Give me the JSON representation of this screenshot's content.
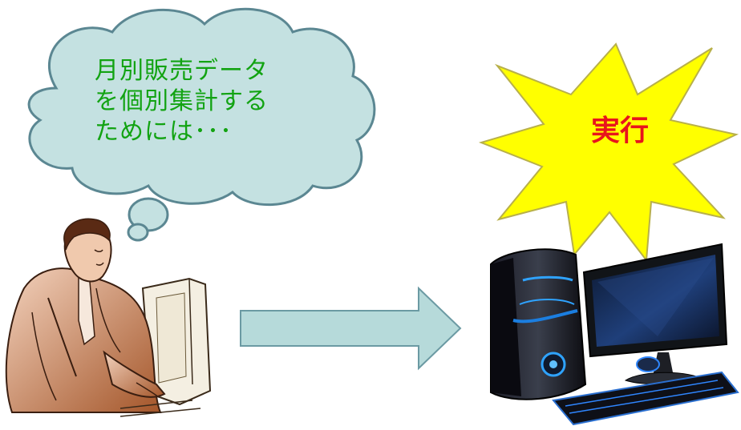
{
  "thought": {
    "lines": [
      "月別販売データ",
      "を個別集計する",
      "ためには･･･"
    ]
  },
  "burst": {
    "label": "実行"
  },
  "colors": {
    "cloud_fill": "#c4e1e1",
    "cloud_stroke": "#5b8792",
    "arrow_fill": "#b6dada",
    "text_green": "#12a312",
    "burst_fill": "#ffff00",
    "burst_text": "#e8141c"
  },
  "icons": {
    "person": "person-at-computer-icon",
    "computer": "desktop-computer-icon"
  }
}
